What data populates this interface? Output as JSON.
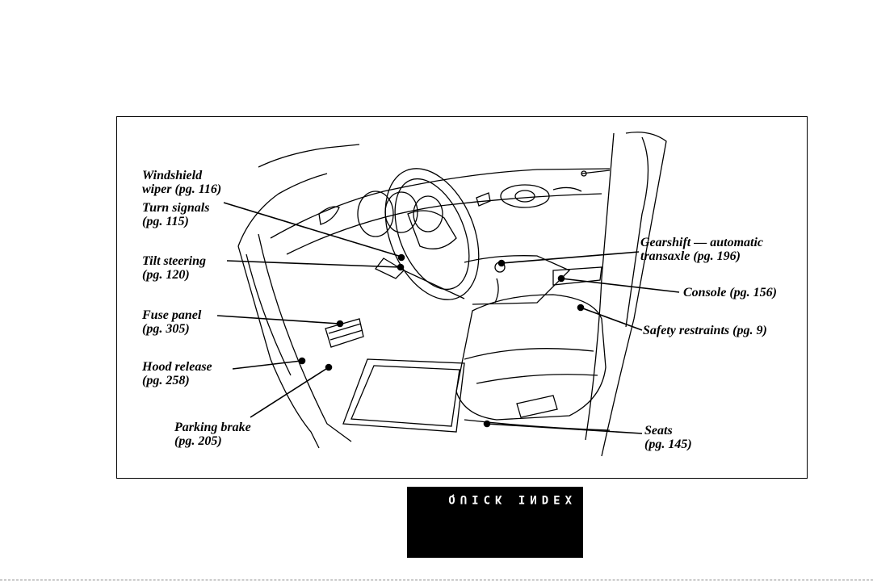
{
  "callouts": {
    "windshield_wiper": "Windshield\nwiper (pg. 116)",
    "turn_signals": "Turn signals\n(pg. 115)",
    "tilt_steering": "Tilt steering\n(pg. 120)",
    "fuse_panel": "Fuse panel\n(pg. 305)",
    "hood_release": "Hood release\n(pg. 258)",
    "parking_brake": "Parking brake\n(pg. 205)",
    "gearshift": "Gearshift — automatic\ntransaxle (pg. 196)",
    "console": "Console (pg. 156)",
    "safety_restraints": "Safety restraints (pg. 9)",
    "seats": "Seats\n(pg. 145)"
  },
  "quick_index": {
    "label": "QUICK INDEX"
  },
  "colors": {
    "ink": "#000000",
    "paper": "#ffffff",
    "tab": "#000000"
  }
}
